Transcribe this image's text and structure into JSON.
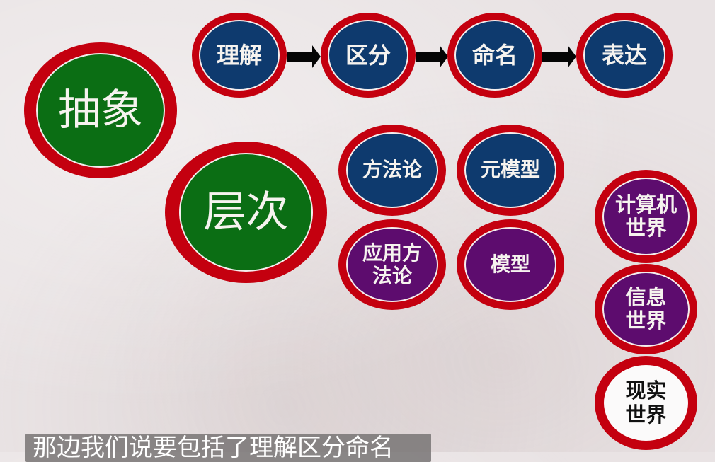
{
  "diagram": {
    "main_concepts": [
      {
        "label": "抽象",
        "color": "#0b6e14"
      },
      {
        "label": "层次",
        "color": "#0b6e14"
      }
    ],
    "abstraction_flow": [
      {
        "label": "理解"
      },
      {
        "label": "区分"
      },
      {
        "label": "命名"
      },
      {
        "label": "表达"
      }
    ],
    "hierarchy_grid": [
      {
        "label": "方法论",
        "color": "#0e3a6e"
      },
      {
        "label": "元模型",
        "color": "#0e3a6e"
      },
      {
        "label": "应用方\n法论",
        "line1": "应用方",
        "line2": "法论",
        "color": "#5d0c6e"
      },
      {
        "label": "模型",
        "color": "#5d0c6e"
      }
    ],
    "worlds": [
      {
        "line1": "计算机",
        "line2": "世界",
        "color": "#5d0c6e"
      },
      {
        "line1": "信息",
        "line2": "世界",
        "color": "#5d0c6e"
      },
      {
        "line1": "现实",
        "line2": "世界",
        "color": "#fbfafa"
      }
    ],
    "ring_color": "#c4000f",
    "arrow_color": "#050505"
  },
  "subtitle": {
    "text": "那边我们说要包括了理解区分命名"
  }
}
